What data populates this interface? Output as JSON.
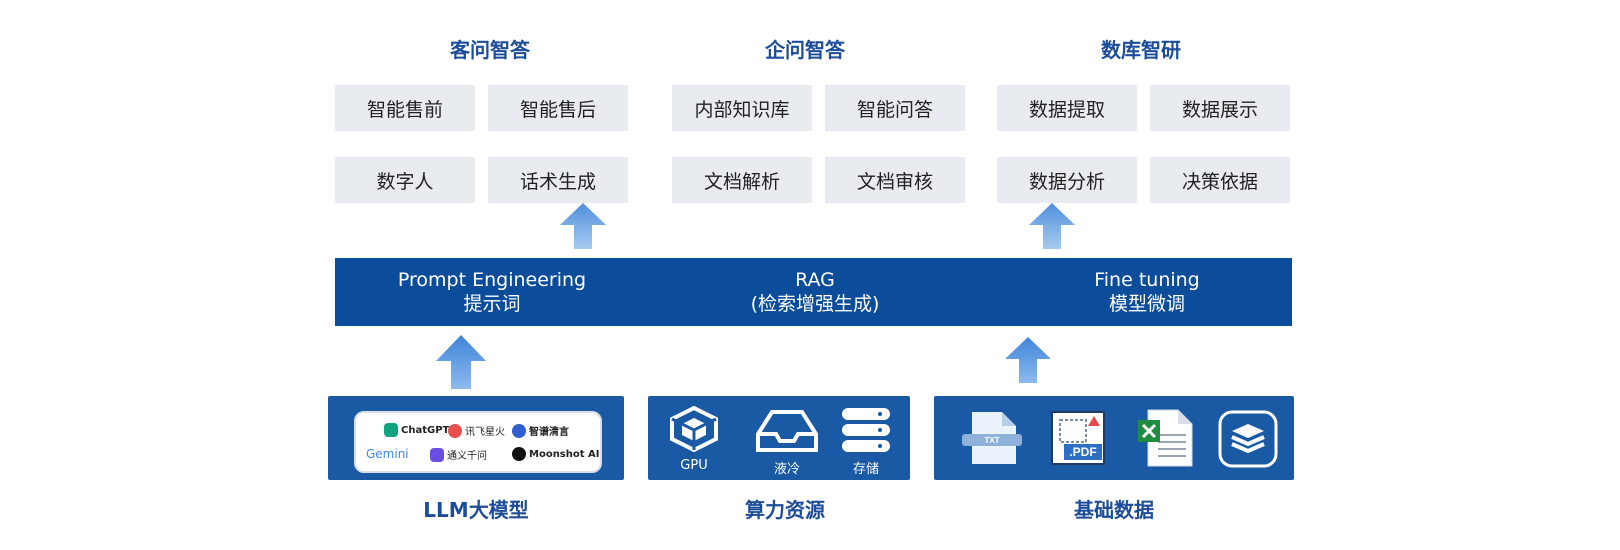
{
  "columns": [
    {
      "title": "客问智答",
      "tiles": [
        "智能售前",
        "智能售后",
        "数字人",
        "话术生成"
      ]
    },
    {
      "title": "企问智答",
      "tiles": [
        "内部知识库",
        "智能问答",
        "文档解析",
        "文档审核"
      ]
    },
    {
      "title": "数库智研",
      "tiles": [
        "数据提取",
        "数据展示",
        "数据分析",
        "决策依据"
      ]
    }
  ],
  "band": [
    {
      "line1": "Prompt Engineering",
      "line2": "提示词"
    },
    {
      "line1": "RAG",
      "line2": "(检索增强生成)"
    },
    {
      "line1": "Fine tuning",
      "line2": "模型微调"
    }
  ],
  "bottom": {
    "llm": {
      "label": "LLM大模型",
      "logos": [
        "ChatGPT",
        "讯飞星火",
        "智谱清言",
        "Gemini",
        "通义千问",
        "Moonshot AI"
      ]
    },
    "compute": {
      "label": "算力资源",
      "items": [
        "GPU",
        "液冷",
        "存储"
      ]
    },
    "data": {
      "label": "基础数据",
      "file_labels": [
        "TXT",
        ".PDF"
      ]
    }
  },
  "colors": {
    "title": "#1d4d98",
    "band": "#0b4d9b",
    "panel": "#1a5aa5",
    "tile": "#e8ecf1",
    "arrow": "#5b9be0"
  }
}
